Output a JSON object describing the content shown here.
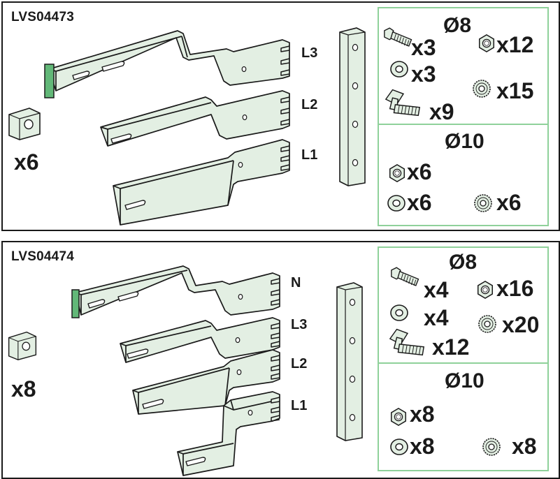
{
  "kit_a": {
    "code": "LVS04473",
    "phases": [
      "L3",
      "L2",
      "L1"
    ],
    "plate_qty": "x6",
    "diam_8": {
      "label": "Ø8",
      "bolt_qty": "x3",
      "nut_qty": "x12",
      "washer_qty": "x3",
      "serrated_qty": "x15",
      "hammer_bolt_qty": "x9"
    },
    "diam_10": {
      "label": "Ø10",
      "nut_qty": "x6",
      "washer_qty": "x6",
      "serrated_qty": "x6"
    }
  },
  "kit_b": {
    "code": "LVS04474",
    "phases": [
      "N",
      "L3",
      "L2",
      "L1"
    ],
    "plate_qty": "x8",
    "diam_8": {
      "label": "Ø8",
      "bolt_qty": "x4",
      "nut_qty": "x16",
      "washer_qty": "x4",
      "serrated_qty": "x20",
      "hammer_bolt_qty": "x12"
    },
    "diam_10": {
      "label": "Ø10",
      "nut_qty": "x8",
      "washer_qty": "x8",
      "serrated_qty": "x8"
    }
  },
  "colors": {
    "part_fill": "#e3efe3",
    "outline": "#1a1a1a",
    "accent_green": "#62b878",
    "frame_green": "#8fd19a"
  }
}
